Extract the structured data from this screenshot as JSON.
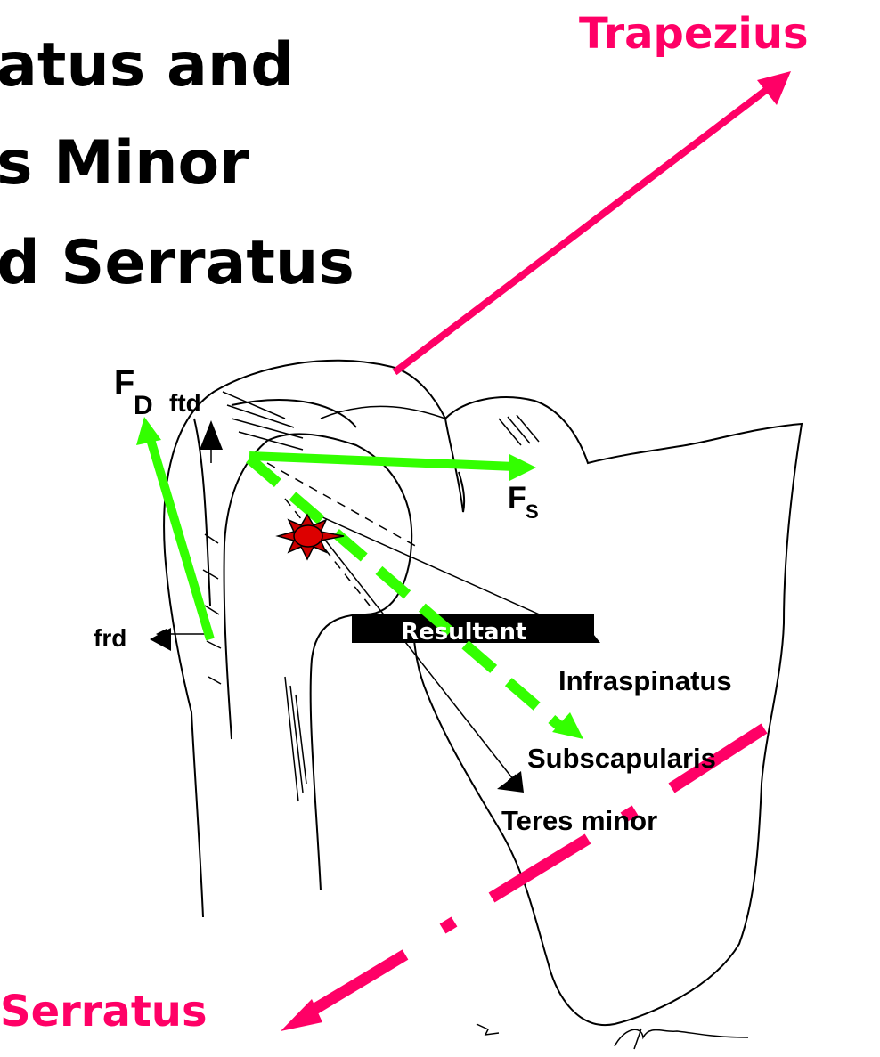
{
  "title": {
    "line1": "atus and",
    "line2": "s Minor",
    "line3": "d Serratus"
  },
  "labels": {
    "trapezius": "Trapezius",
    "serratus": "Serratus",
    "fd_main": "F",
    "fd_sub": "D",
    "ftd": "ftd",
    "fs_main": "F",
    "fs_sub": "S",
    "frd": "frd",
    "resultant": "Resultant",
    "infraspinatus": "Infraspinatus",
    "subscapularis": "Subscapularis",
    "teres_minor": "Teres minor"
  },
  "colors": {
    "magenta": "#ff0066",
    "green": "#33ff00",
    "rotation_center": "#dd0000",
    "resultant_box": "#000000"
  }
}
